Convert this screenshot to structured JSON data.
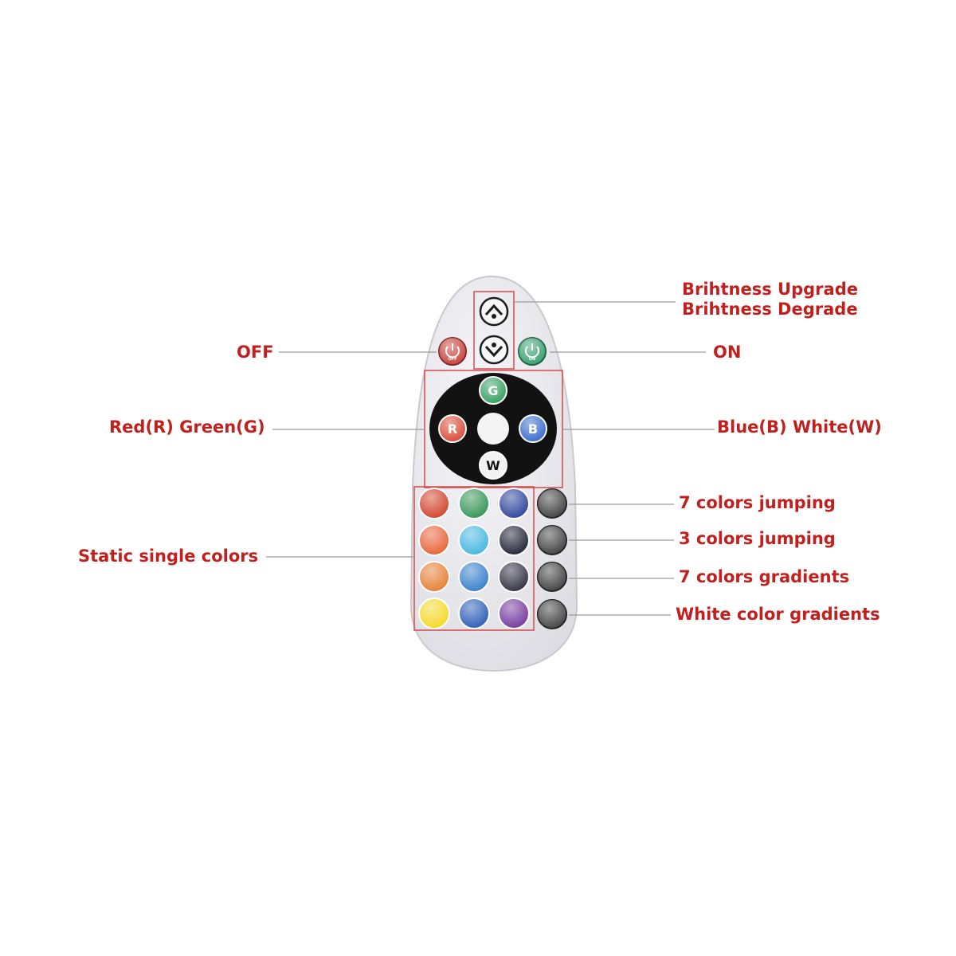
{
  "colors": {
    "label": "#c0211f",
    "leader_line": "#9a9a9a",
    "highlight_box": "#d24b4b",
    "remote_body": "#e9e9ee",
    "remote_edge": "#c9c9cf",
    "off_button": "#c53a33",
    "on_button": "#2f9b6a",
    "color_wheel": "#121212",
    "button_g": "#2a9a5a",
    "button_r": "#d6412e",
    "button_b": "#2e63c8",
    "button_w": "#f2f2f2",
    "mode_button": "#3a3a3a"
  },
  "labels": {
    "brightness_up": "Brihtness Upgrade",
    "brightness_down": "Brihtness Degrade",
    "off": "OFF",
    "on": "ON",
    "red_green": "Red(R) Green(G)",
    "blue_white": "Blue(B) White(W)",
    "static_colors": "Static single colors",
    "seven_jump": "7 colors jumping",
    "three_jump": "3 colors jumping",
    "seven_gradient": "7 colors gradients",
    "white_gradient": "White color gradients"
  },
  "remote": {
    "up_icon": "chevron-up-icon",
    "down_icon": "chevron-down-icon",
    "power_icon": "power-icon",
    "off_text": "OFF",
    "on_text": "ON",
    "wheel": {
      "g": "G",
      "r": "R",
      "b": "B",
      "w": "W"
    },
    "static_color_grid": [
      [
        "#cf3a23",
        "#2a8f4e",
        "#233a96"
      ],
      [
        "#e65b2b",
        "#3ab3df",
        "#16182a"
      ],
      [
        "#e4782a",
        "#2b78c7",
        "#262536"
      ],
      [
        "#f4d61c",
        "#2155b3",
        "#6d2f98"
      ]
    ]
  }
}
